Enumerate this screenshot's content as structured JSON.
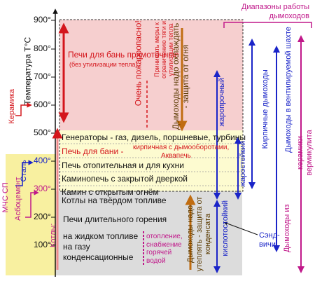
{
  "colors": {
    "red": "#d4161c",
    "magenta": "#c0188a",
    "blue": "#1a24c8",
    "orange": "#c06c10",
    "brown": "#5a3a00",
    "pink_zone": "#f6cfcf",
    "yellow_zone": "#fdfbd0",
    "gray_zone": "#dcdcdc",
    "left_yellow": "#f8f0a0"
  },
  "axis": {
    "title": "Температура Т°С",
    "ticks": [
      "900°",
      "800°",
      "700°",
      "600°",
      "500°",
      "400°",
      "300°",
      "200°",
      "100°"
    ]
  },
  "left": {
    "ceramics": "Керамика",
    "steel": "Сталь",
    "asbocement": "Асбоцемент",
    "mchs": "МЧС СП",
    "kotly": "Котлы:"
  },
  "zones": {
    "banya_direct": "Печи для бань прямоточные",
    "banya_direct_note": "(без утилизации тепла)",
    "very_dangerous": "Очень пожароопасно!",
    "limit_measures": "Принимать меры к ограничению тяги и утилизации тепла",
    "cool_chimney": "Дымоходы надо охлаждать - защита от огня",
    "generators": "Генераторы - газ, дизель, поршневые, турбины",
    "banya_stove": "Печь для бани -",
    "banya_brick": "кирпичная с дымооборотами,",
    "akvapech": "Аквапечь",
    "heating_kitchen": "Печь отопительная и  для кухни",
    "kaminopech": "Каминопечь с закрытой дверкой",
    "kamin_open": "Камин с открытым огнём",
    "boilers_solid": "Котлы на твёрдом топливе",
    "long_burn": "Печи длительного горения",
    "liquid_fuel": "на жидком топливе",
    "gas": "на газу",
    "condensing": "конденсационные",
    "heating_note": "отопление, снабжение горячей водой",
    "warm_chimney": "Дымоходы надо утеплять - защита от конденсата"
  },
  "right": {
    "ranges_title": "Диапазоны работы дымоходов",
    "heat_resistant": "жаропрочный",
    "heat_tolerant": "жаростойкий",
    "acid_resistant": "кислотостойкий",
    "brick_chimneys": "Кирпичные дымоходы",
    "ventilated_shaft": "Дымоходы в вентилируемой шахте",
    "sandwich": "Сэнд-вичи",
    "from_ceramics": "Дымоходы  из",
    "ceramics_vermiculite": "керамики вермикулита"
  }
}
